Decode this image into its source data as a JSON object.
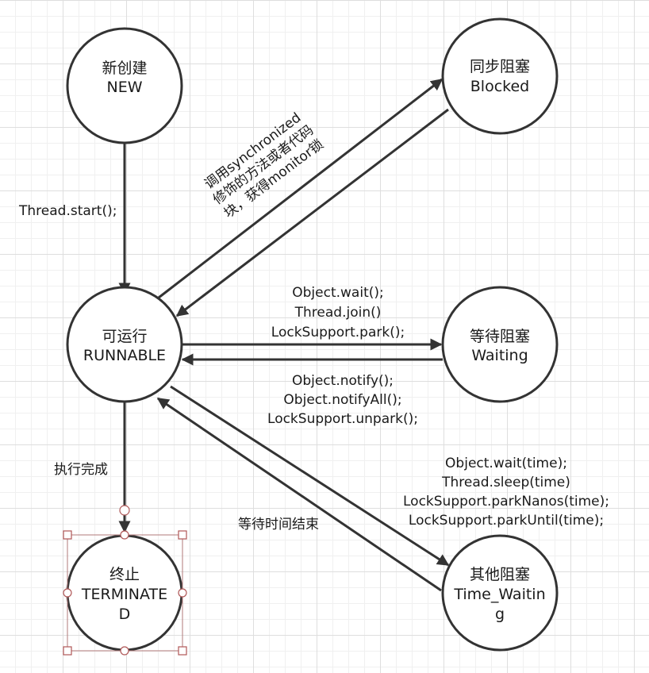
{
  "states": {
    "new": {
      "line1": "新创建",
      "line2": "NEW"
    },
    "blocked": {
      "line1": "同步阻塞",
      "line2": "Blocked"
    },
    "runnable": {
      "line1": "可运行",
      "line2": "RUNNABLE"
    },
    "waiting": {
      "line1": "等待阻塞",
      "line2": "Waiting"
    },
    "terminated": {
      "line1": "终止",
      "line2": "TERMINATE",
      "line3": "D"
    },
    "time_waiting": {
      "line1": "其他阻塞",
      "line2": "Time_Waitin",
      "line3": "g"
    }
  },
  "edges": {
    "start": "Thread.start();",
    "to_blocked": {
      "line1": "调用synchronized",
      "line2": "修饰的方法或者代码",
      "line3": "块，获得monitor锁"
    },
    "to_waiting": {
      "line1": "Object.wait();",
      "line2": "Thread.join()",
      "line3": "LockSupport.park();"
    },
    "from_waiting": {
      "line1": "Object.notify();",
      "line2": "Object.notifyAll();",
      "line3": "LockSupport.unpark();"
    },
    "to_time_waiting": {
      "line1": "Object.wait(time);",
      "line2": "Thread.sleep(time)",
      "line3": "LockSupport.parkNanos(time);",
      "line4": "LockSupport.parkUntil(time);"
    },
    "from_time_waiting": "等待时间结束",
    "to_terminated": "执行完成"
  }
}
